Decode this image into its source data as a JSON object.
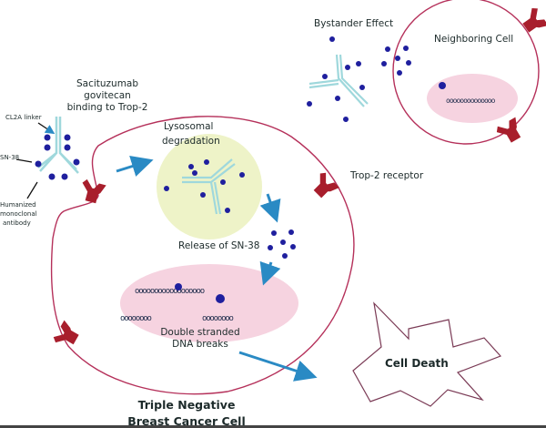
{
  "title": "Sacituzumab govitecan mechanism of action",
  "labels": {
    "drug_line1": "Sacituzumab",
    "drug_line2": "govitecan",
    "drug_line3": "binding to Trop-2",
    "linker": "CL2A linker",
    "payload": "SN-38",
    "antibody_line1": "Humanized",
    "antibody_line2": "monoclonal",
    "antibody_line3": "antibody",
    "lysosome_line1": "Lysosomal",
    "lysosome_line2": "degradation",
    "release": "Release of SN-38",
    "receptor": "Trop-2 receptor",
    "dna_line1": "Double stranded",
    "dna_line2": "DNA breaks",
    "cell_line1": "Triple Negative",
    "cell_line2": "Breast Cancer Cell",
    "bystander": "Bystander Effect",
    "neighbor": "Neighboring Cell",
    "death": "Cell Death"
  },
  "colors": {
    "membrane": "#b5305a",
    "receptor": "#a81e2c",
    "antibody": "#9fd8dc",
    "payload": "#1f1f9e",
    "arrow": "#2a8ac4",
    "lysosome": "#eef3c8",
    "nucleus": "#f6d3e0",
    "death_outline": "#7a3a55"
  }
}
